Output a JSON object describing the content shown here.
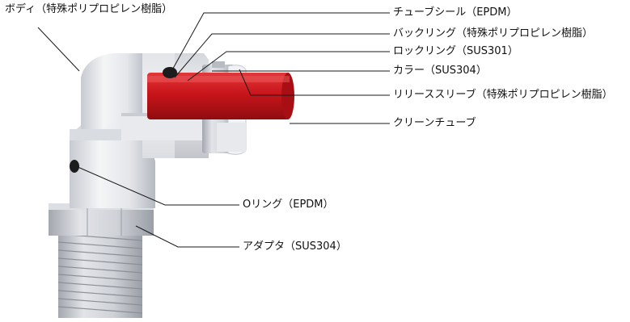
{
  "labels": {
    "body": "ボディ（特殊ポリプロピレン樹脂）",
    "tube_seal": "チューブシール（EPDM）",
    "backup_ring": "バックリング（特殊ポリプロピレン樹脂）",
    "lock_ring": "ロックリング（SUS301）",
    "collar": "カラー（SUS304）",
    "release_sleeve": "リリーススリーブ（特殊ポリプロピレン樹脂）",
    "clean_tube": "クリーンチューブ",
    "o_ring": "Oリング（EPDM）",
    "adapter": "アダプタ（SUS304）"
  },
  "colors": {
    "body_white": "#e9ebee",
    "body_shadow": "#b9bdc4",
    "metal": "#c9ccd1",
    "metal_dark": "#9a9ea6",
    "release_sleeve_red": "#c8151b",
    "seal_black": "#1c1c1c",
    "leader_line": "#1a1a1a"
  }
}
